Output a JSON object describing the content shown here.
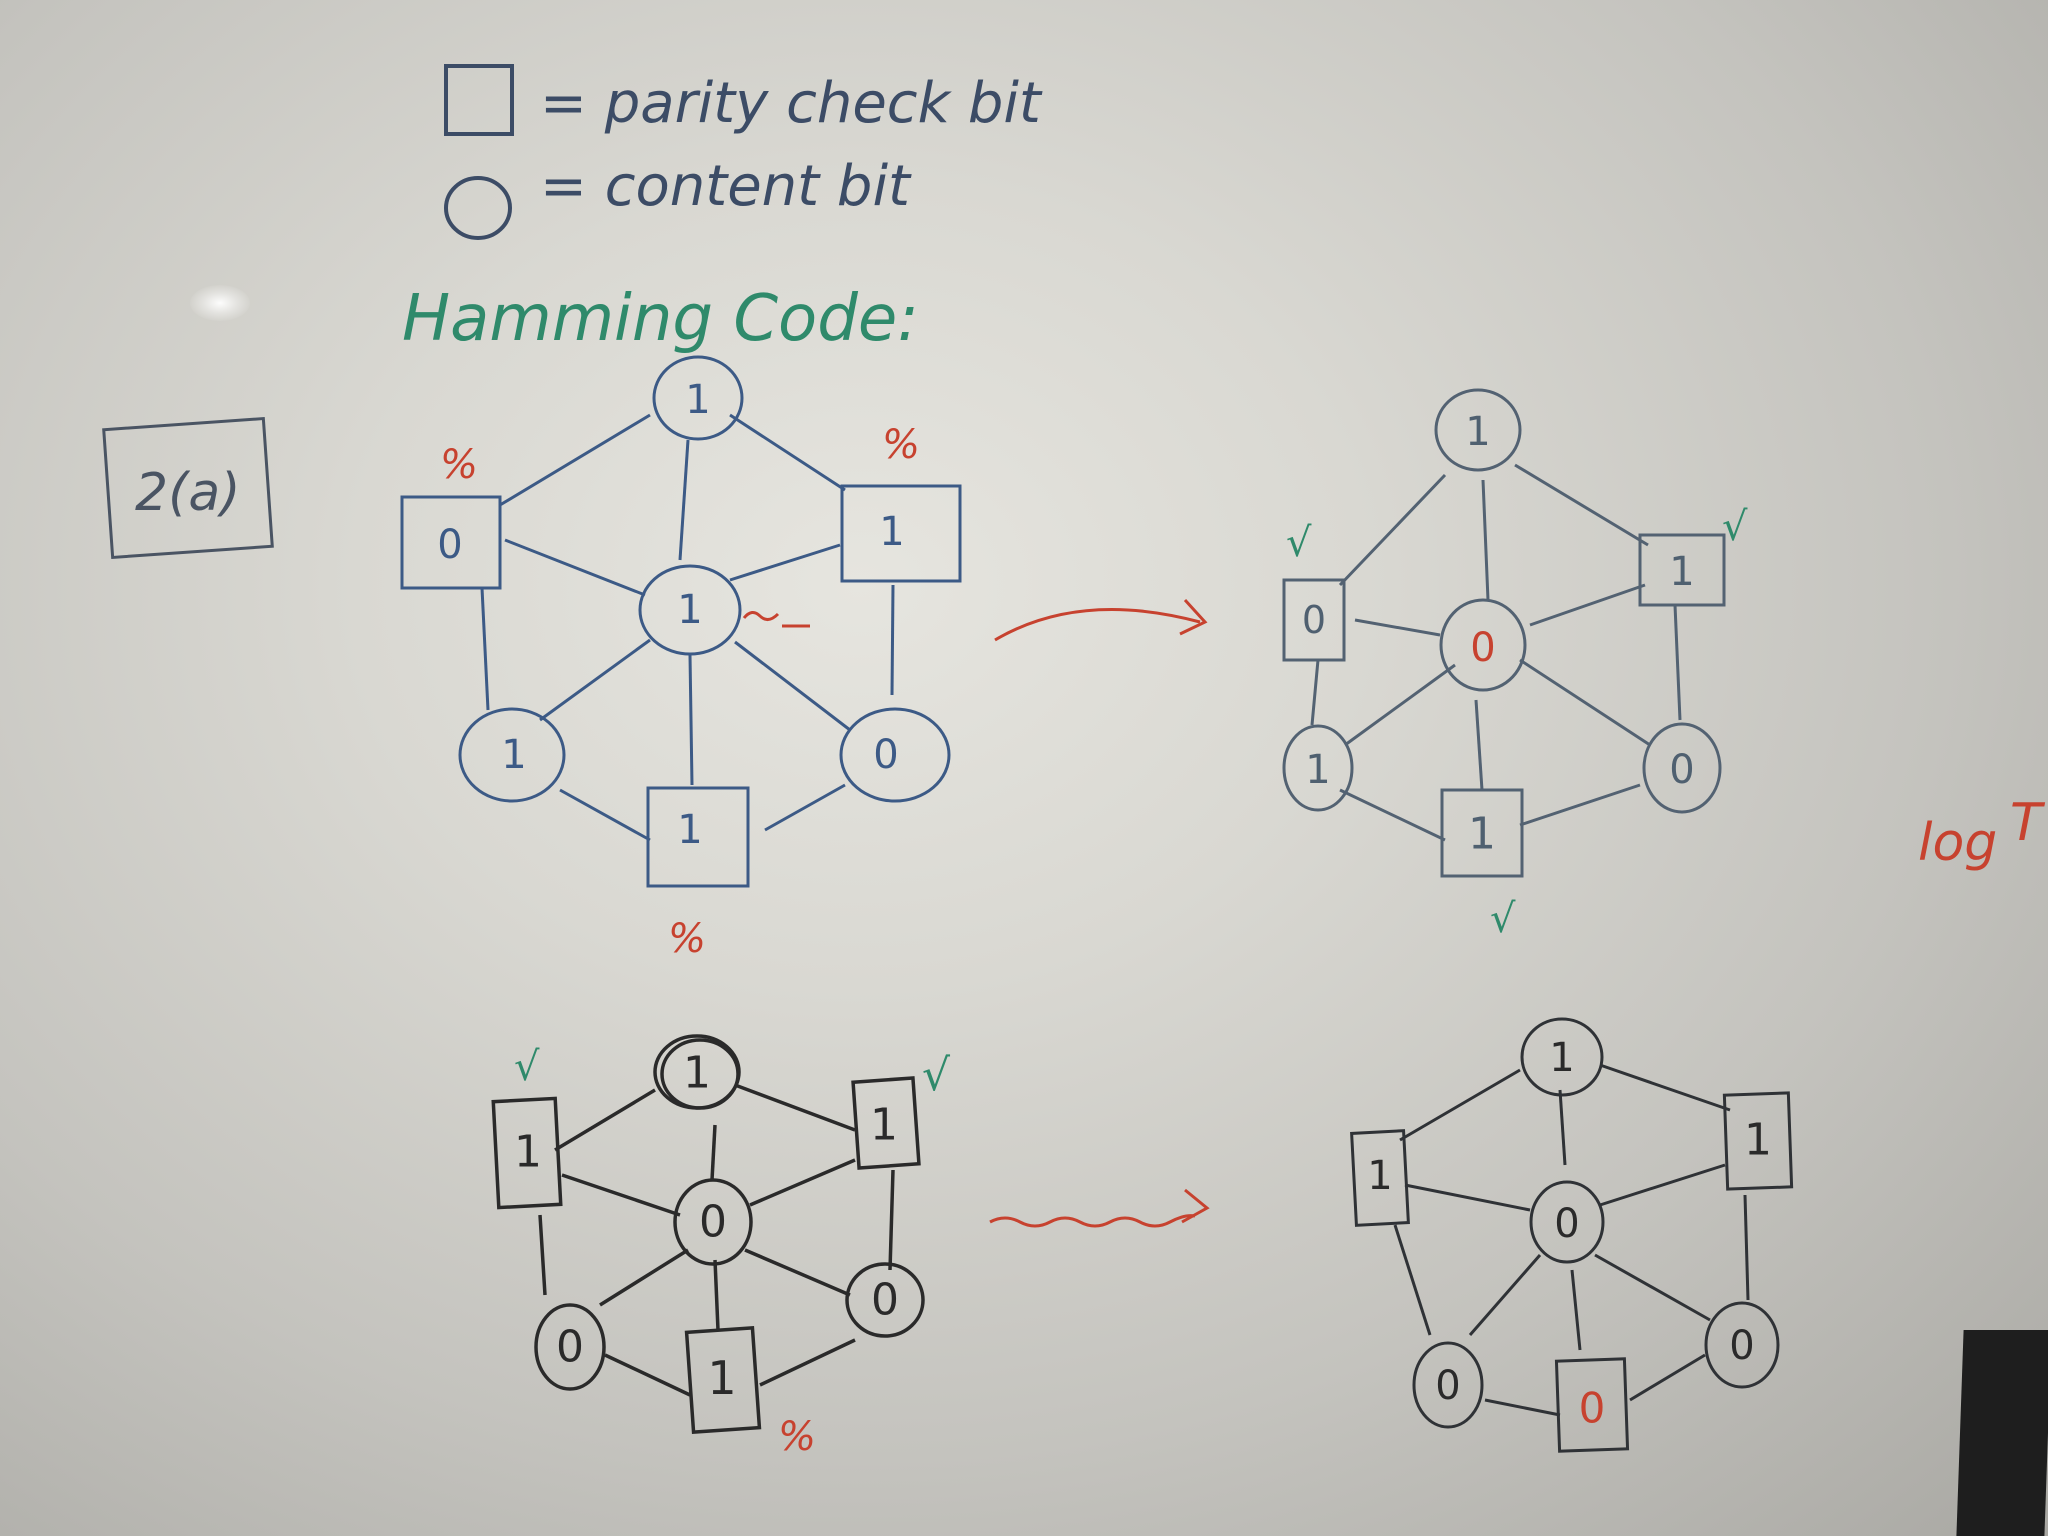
{
  "legend": {
    "square_text": "= parity check bit",
    "circle_text": "= content bit"
  },
  "heading": "Hamming Code:",
  "side_note": "2(a)",
  "right_margin_text": "log",
  "marks": {
    "percent": "%",
    "check": "√"
  },
  "colors": {
    "blue_ink": "#3c5a86",
    "green_ink": "#2f8a6b",
    "red_ink": "#c7422f",
    "black_ink": "#2a2a2a",
    "board": "#dcdbd5"
  },
  "diagram_tl": {
    "top": "1",
    "left_parity": "0",
    "right_parity": "1",
    "center": "1",
    "bottom_left": "1",
    "bottom_right": "0",
    "bottom_parity": "1"
  },
  "diagram_tr": {
    "top": "1",
    "left_parity": "0",
    "right_parity": "1",
    "center": "0",
    "bottom_left": "1",
    "bottom_right": "0",
    "bottom_parity": "1"
  },
  "diagram_bl": {
    "top": "1",
    "left_parity": "1",
    "right_parity": "1",
    "center": "0",
    "bottom_left": "0",
    "bottom_right": "0",
    "bottom_parity": "1"
  },
  "diagram_br": {
    "top": "1",
    "left_parity": "1",
    "right_parity": "1",
    "center": "0",
    "bottom_left": "0",
    "bottom_right": "0",
    "bottom_parity": "0"
  }
}
